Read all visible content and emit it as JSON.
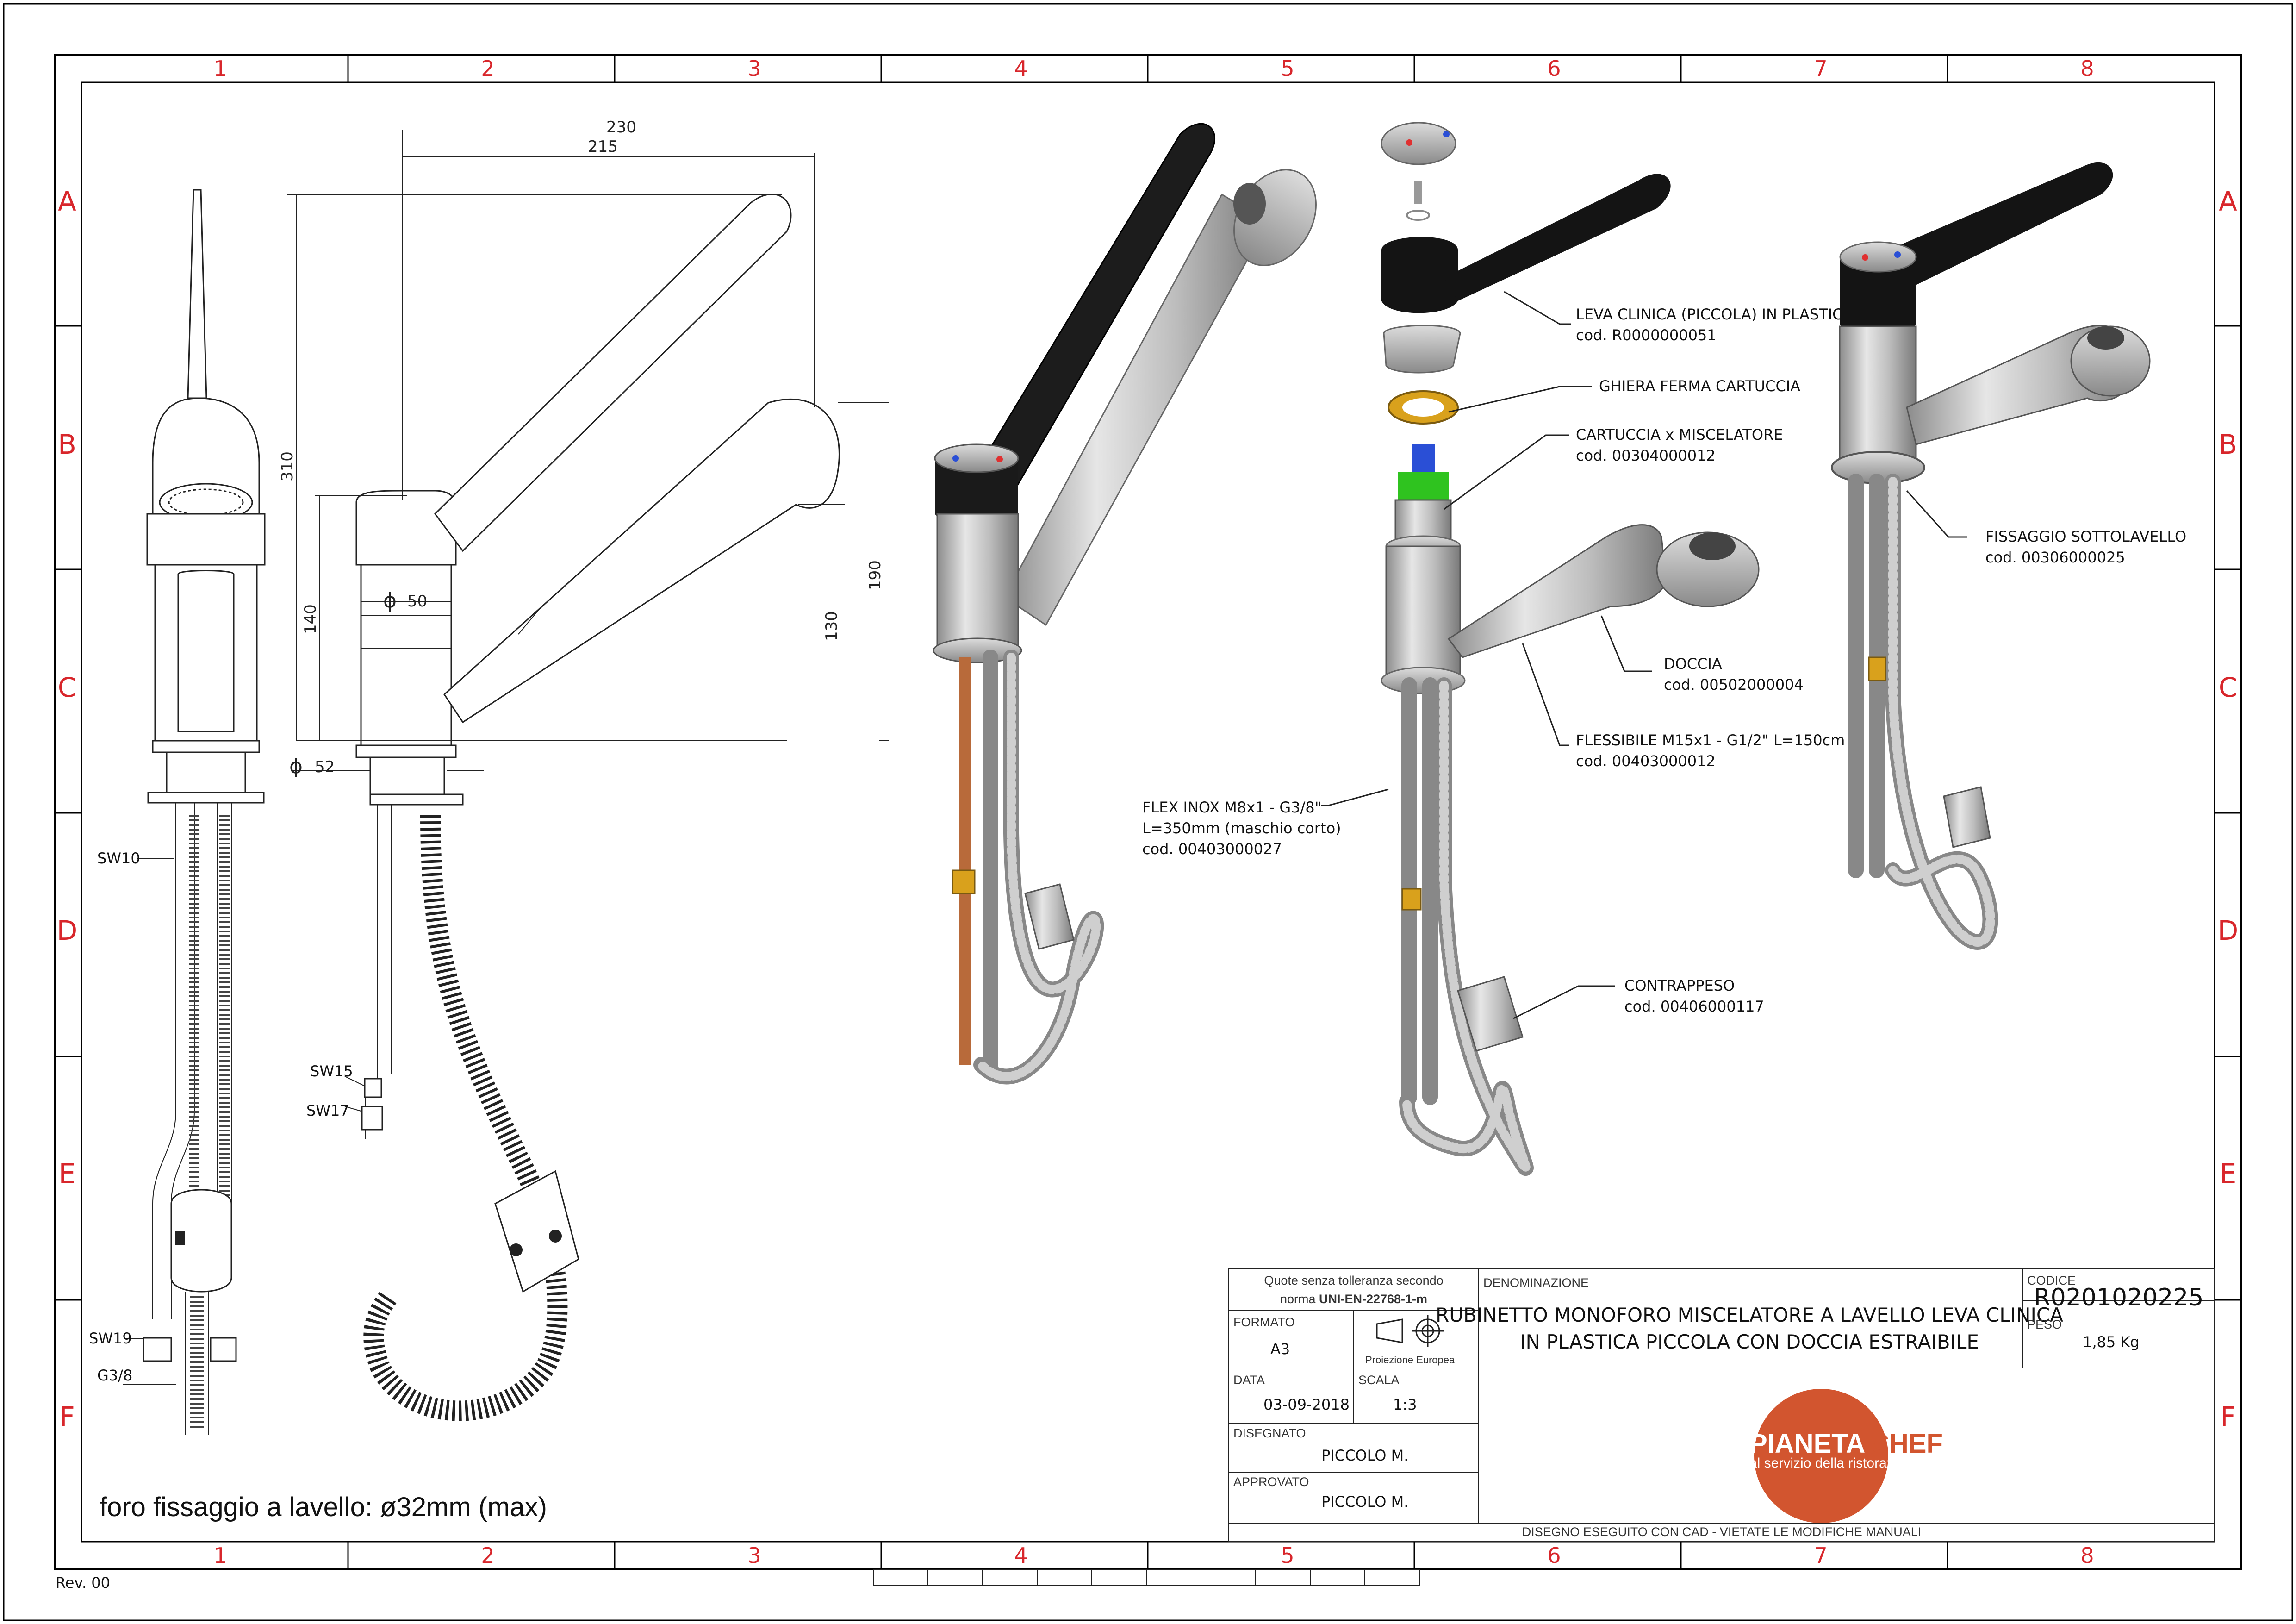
{
  "frame": {
    "columns": [
      "1",
      "2",
      "3",
      "4",
      "5",
      "6",
      "7",
      "8"
    ],
    "rows": [
      "A",
      "B",
      "C",
      "D",
      "E",
      "F"
    ],
    "revision": "Rev. 00"
  },
  "dimensions": {
    "d230": "230",
    "d215": "215",
    "d310": "310",
    "d140": "140",
    "d50": "50",
    "d52": "52",
    "d190": "190",
    "d130": "130",
    "diam": "ϕ"
  },
  "side_labels": {
    "sw10": "SW10",
    "sw19": "SW19",
    "g38": "G3/8",
    "sw15": "SW15",
    "sw17": "SW17"
  },
  "note": "foro fissaggio a lavello: ø32mm (max)",
  "callouts": {
    "leva_1": "LEVA CLINICA (PICCOLA) IN PLASTICA",
    "leva_2": "cod. R0000000051",
    "ghiera": "GHIERA FERMA CARTUCCIA",
    "cart_1": "CARTUCCIA x MISCELATORE",
    "cart_2": "cod. 00304000012",
    "doccia_1": "DOCCIA",
    "doccia_2": "cod. 00502000004",
    "flessibile_1": "FLESSIBILE M15x1 - G1/2\" L=150cm",
    "flessibile_2": "cod. 00403000012",
    "flex_1": "FLEX INOX M8x1 - G3/8\"",
    "flex_2": "L=350mm (maschio corto)",
    "flex_3": "cod. 00403000027",
    "contrappeso_1": "CONTRAPPESO",
    "contrappeso_2": "cod. 00406000117",
    "fissaggio_1": "FISSAGGIO SOTTOLAVELLO",
    "fissaggio_2": "cod. 00306000025"
  },
  "title_block": {
    "tolerance_1": "Quote senza tolleranza secondo",
    "tolerance_2_prefix": "norma ",
    "tolerance_2_norm": "UNI-EN-22768-1-m",
    "denominazione_label": "DENOMINAZIONE",
    "denominazione_1": "RUBINETTO MONOFORO MISCELATORE A LAVELLO LEVA CLINICA",
    "denominazione_2": "IN PLASTICA PICCOLA CON DOCCIA ESTRAIBILE",
    "codice_label": "CODICE",
    "codice": "R0201020225",
    "formato_label": "FORMATO",
    "formato": "A3",
    "proiezione": "Proiezione Europea",
    "peso_label": "PESO",
    "peso": "1,85 Kg",
    "data_label": "DATA",
    "data": "03-09-2018",
    "scala_label": "SCALA",
    "scala": "1:3",
    "disegnato_label": "DISEGNATO",
    "disegnato": "PICCOLO M.",
    "approvato_label": "APPROVATO",
    "approvato": "PICCOLO M.",
    "footer": "DISEGNO ESEGUITO CON CAD  - VIETATE LE MODIFICHE MANUALI"
  },
  "logo": {
    "word_1": "PIANETA",
    "word_2": "CHEF",
    "tagline": "al servizio della ristorazione",
    "color": "#d2552f"
  }
}
